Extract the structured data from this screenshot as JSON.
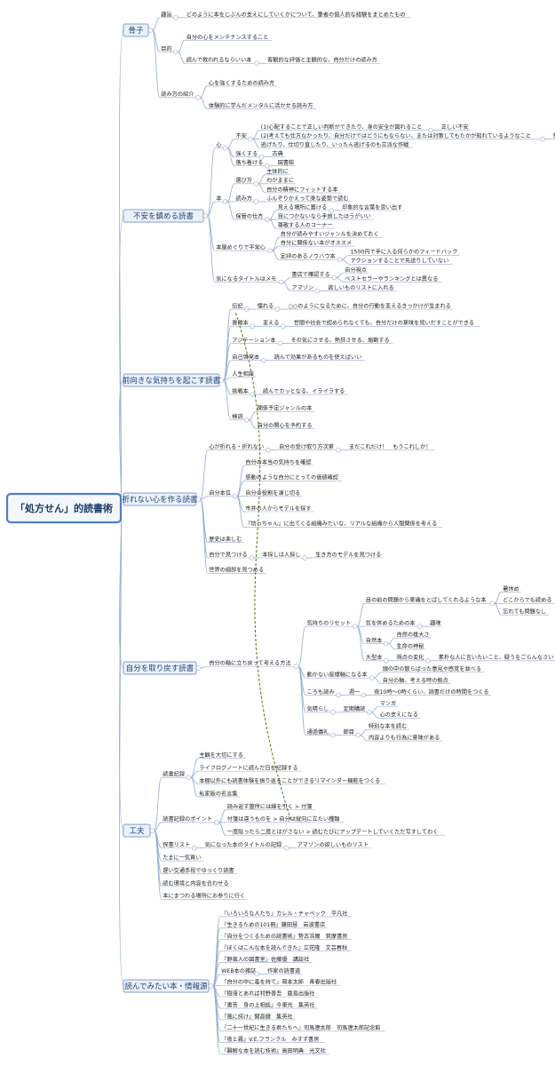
{
  "root": "「処方せん」的読書術",
  "branches": [
    {
      "label": "骨子",
      "children": [
        {
          "label": "趣旨",
          "children": [
            {
              "label": "どのように本をじぶんの支えにしていくかについて、筆者の個人的な経験をまとめたもの"
            }
          ]
        },
        {
          "label": "目的",
          "children": [
            {
              "label": "自分の心をメンテナンスすること"
            },
            {
              "label": "読んで救われるならいい本",
              "children": [
                {
                  "label": "客観的な評価と主観的な、自分だけの読み方"
                }
              ]
            }
          ]
        },
        {
          "label": "読み方の紹介",
          "children": [
            {
              "label": "心を強くするための読み方"
            },
            {
              "label": "体験的に学んだメンタルに活かせる読み方"
            }
          ]
        }
      ]
    },
    {
      "label": "不安を鎮める読書",
      "children": [
        {
          "label": "心",
          "children": [
            {
              "label": "不安",
              "children": [
                {
                  "label": "(1)心配することで正しい判断ができたり、身の安全が図れること",
                  "children": [
                    {
                      "label": "正しい不安"
                    }
                  ]
                },
                {
                  "label": "(2)考えても仕方なかったり、自分だけではどうにもならない、または対策してもたかが知れているようなこと",
                  "children": [
                    {
                      "label": "想像上の不安"
                    }
                  ]
                },
                {
                  "label": "逃げたり、仕切り直したり、いったん逃げるのも立派な作戦"
                }
              ]
            },
            {
              "label": "強くする",
              "children": [
                {
                  "label": "古典"
                }
              ]
            },
            {
              "label": "落ち着ける",
              "children": [
                {
                  "label": "図書館"
                }
              ]
            }
          ]
        },
        {
          "label": "本",
          "children": [
            {
              "label": "選び方",
              "children": [
                {
                  "label": "主体的に"
                },
                {
                  "label": "わがままに"
                },
                {
                  "label": "自分の精神にフィットする本"
                }
              ]
            },
            {
              "label": "読み方",
              "children": [
                {
                  "label": "ふんぞりかえって楽な姿勢で読む"
                }
              ]
            },
            {
              "label": "保管の仕方",
              "children": [
                {
                  "label": "見える場所に置ける",
                  "children": [
                    {
                      "label": "印象的な言葉を思い出す"
                    }
                  ]
                },
                {
                  "label": "目につかないなら手放したほうがいい"
                },
                {
                  "label": "尊敬する人のコーナー"
                }
              ]
            }
          ]
        },
        {
          "label": "本屋めぐりで平常心",
          "children": [
            {
              "label": "自分が読みやすいジャンルを決めておく"
            },
            {
              "label": "自分に関係ない本がオススメ"
            },
            {
              "label": "定評のあるノウハウ本",
              "children": [
                {
                  "label": "1500円で手に入る何らかのフィードバック"
                },
                {
                  "label": "アクションすることで先送りしていない"
                }
              ]
            }
          ]
        },
        {
          "label": "気になるタイトルはメモ",
          "children": [
            {
              "label": "書店で確認する",
              "children": [
                {
                  "label": "自分視点"
                },
                {
                  "label": "ベストセラーやランキングとは異なる"
                }
              ]
            },
            {
              "label": "アマゾン",
              "children": [
                {
                  "label": "欲しいものリストに入れる"
                }
              ]
            }
          ]
        }
      ]
    },
    {
      "label": "前向きな気持ちを起こす読書",
      "children": [
        {
          "label": "伝記",
          "children": [
            {
              "label": "憧れる",
              "children": [
                {
                  "label": "○○のようになるために、自分の行動を変えるきっかけが生まれる"
                }
              ]
            }
          ]
        },
        {
          "label": "冒険本",
          "children": [
            {
              "label": "変える",
              "children": [
                {
                  "label": "世間や社会で認められなくても、自分だけの意味を見いだすことができる"
                }
              ]
            }
          ]
        },
        {
          "label": "アジテーション本",
          "children": [
            {
              "label": "その気にさせる、熱狂させる、煽動する"
            }
          ]
        },
        {
          "label": "自己啓発本",
          "children": [
            {
              "label": "読んで効果があるものを使えばいい"
            }
          ]
        },
        {
          "label": "人生相談"
        },
        {
          "label": "挑戦本",
          "children": [
            {
              "label": "読んでカッとなる、イライラする"
            }
          ]
        },
        {
          "label": "検読",
          "children": [
            {
              "label": "関係予定ジャンルの本"
            },
            {
              "label": "自分の関心を予約する"
            }
          ]
        }
      ]
    },
    {
      "label": "折れない心を作る読書",
      "children": [
        {
          "label": "心が折れる・折れない",
          "children": [
            {
              "label": "自分の受け取り方次第",
              "children": [
                {
                  "label": "まだこれだけ！　もうこれしか！"
                }
              ]
            }
          ]
        },
        {
          "label": "自分本位",
          "children": [
            {
              "label": "自分の本当の気持ちを確認"
            },
            {
              "label": "感動のような自分にとっての価値確認"
            },
            {
              "label": "自分の役割を演じ切る"
            },
            {
              "label": "市井の人からモデルを探す"
            },
            {
              "label": "『坊っちゃん』に出てくる組織みたいな、リアルな組織から人間関係を考える"
            }
          ]
        },
        {
          "label": "歴史は楽しむ"
        },
        {
          "label": "自分で見つける",
          "children": [
            {
              "label": "本探しは人探し",
              "children": [
                {
                  "label": "生き方のモデルを見つける"
                }
              ]
            }
          ]
        },
        {
          "label": "世界の細部を見つめる"
        }
      ]
    },
    {
      "label": "自分を取り戻す読書",
      "children": [
        {
          "label": "自分の軸に立ち戻って考える方法",
          "children": [
            {
              "label": "気持ちのリセット",
              "children": [
                {
                  "label": "目の前の問題から意識をとばしてくれるような本",
                  "children": [
                    {
                      "label": "暑休め"
                    },
                    {
                      "label": "どこからでも読める"
                    },
                    {
                      "label": "忘れても問題なし"
                    }
                  ]
                },
                {
                  "label": "気を休めるための本",
                  "children": [
                    {
                      "label": "趣味"
                    }
                  ]
                },
                {
                  "label": "自然本",
                  "children": [
                    {
                      "label": "自然の雄大さ"
                    },
                    {
                      "label": "生命の神秘"
                    }
                  ]
                },
                {
                  "label": "大型本",
                  "children": [
                    {
                      "label": "視点の変化",
                      "children": [
                        {
                          "label": "素朴な人に言いたいこと、疑うをごらんなさい"
                        }
                      ]
                    }
                  ]
                }
              ]
            },
            {
              "label": "動かない座標軸になる本",
              "children": [
                {
                  "label": "頭の中の散らばった意見や感覚を並べる"
                },
                {
                  "label": "自分の軸、考える時の拠点"
                }
              ]
            },
            {
              "label": "ころも読み",
              "children": [
                {
                  "label": "週一",
                  "children": [
                    {
                      "label": "夜10時〜0時くらい、読書だけの時間をつくる"
                    }
                  ]
                }
              ]
            },
            {
              "label": "気晴らし",
              "children": [
                {
                  "label": "定期購読",
                  "children": [
                    {
                      "label": "マンガ"
                    },
                    {
                      "label": "心の支えになる"
                    }
                  ]
                }
              ]
            },
            {
              "label": "通過儀礼",
              "children": [
                {
                  "label": "節目",
                  "children": [
                    {
                      "label": "特別な本を読む"
                    },
                    {
                      "label": "内容よりも行為に意味がある"
                    }
                  ]
                }
              ]
            }
          ]
        }
      ]
    },
    {
      "label": "工夫",
      "children": [
        {
          "label": "読書記録",
          "children": [
            {
              "label": "主観を大切にする"
            },
            {
              "label": "ライフログノートに読んだ日を記録する"
            },
            {
              "label": "本棚以外にも読書体験を振り返ることができるリマインダー機能をつくる"
            },
            {
              "label": "私家版の名言集"
            }
          ]
        },
        {
          "label": "読書記録のポイント",
          "children": [
            {
              "label": "読み返す箇所には線を引く > 付箋"
            },
            {
              "label": "付箋は違うものを > 自分は縦向に立たい種類"
            },
            {
              "label": "一度貼ったら二度とはがさない > 読むたびにアップデートしていくただ写すしてわく"
            }
          ]
        },
        {
          "label": "探書リスト",
          "children": [
            {
              "label": "気になった本のタイトルの記録",
              "children": [
                {
                  "label": "アマゾンの欲しいものリスト"
                }
              ]
            }
          ]
        },
        {
          "label": "たまに一気買い"
        },
        {
          "label": "遅い交通手段でゆっくり読書"
        },
        {
          "label": "読む環境と内容を合わせる"
        },
        {
          "label": "本にまつわる場所にお参りに行く"
        }
      ]
    },
    {
      "label": "読んでみたい本・情報源",
      "children": [
        {
          "label": "『いろいろな人たち』カレル・チャペック　平凡社"
        },
        {
          "label": "『生きるための101冊』鎌田慧　岩波書店"
        },
        {
          "label": "『自分をつくるための読書術』勢古浩爾　筑摩書房"
        },
        {
          "label": "『ぼくはこんな本を読んできた』立花隆　文芸春秋"
        },
        {
          "label": "『野蛮人の図書室』佐藤優　講談社"
        },
        {
          "label": "WEB本の雑誌",
          "children": [
            {
              "label": "作家の読書道"
            }
          ]
        },
        {
          "label": "『自分の中に毒を持て』岡本太郎　青春出版社"
        },
        {
          "label": "『樹液とあれば村野善吾　鹿島出版社"
        },
        {
          "label": "『書苦　身の上相談』今東光　集英社"
        },
        {
          "label": "『風に訊け』開高健　集英社"
        },
        {
          "label": "『二十一世紀に生きる君たちへ』司馬遼太郎　司馬遼太郎記念館"
        },
        {
          "label": "『夜と霧』V.E.フランクル　みすず書房"
        },
        {
          "label": "『難解な本を読む技術』高田明典　光文社"
        }
      ]
    }
  ]
}
